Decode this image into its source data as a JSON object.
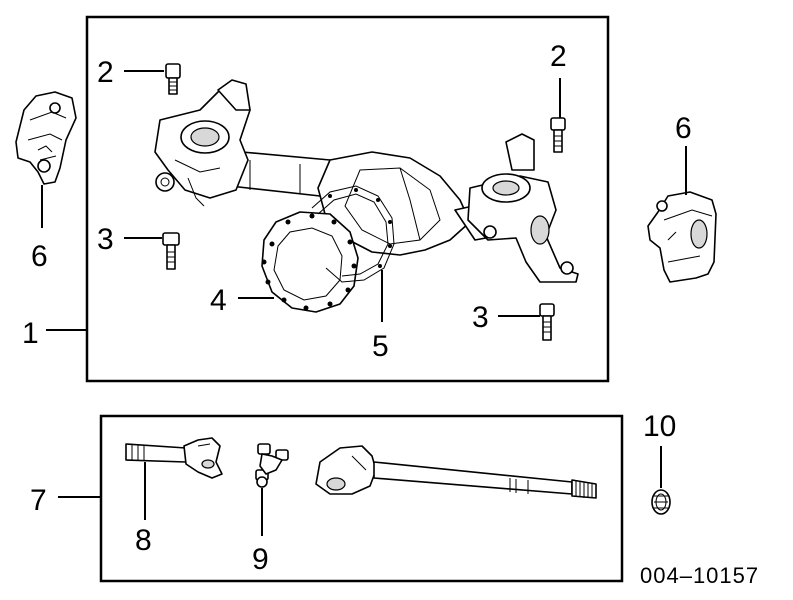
{
  "callouts": {
    "c1": "1",
    "c2a": "2",
    "c2b": "2",
    "c3a": "3",
    "c3b": "3",
    "c4": "4",
    "c5": "5",
    "c6a": "6",
    "c6b": "6",
    "c7": "7",
    "c8": "8",
    "c9": "9",
    "c10": "10"
  },
  "document_number": "004–10157"
}
